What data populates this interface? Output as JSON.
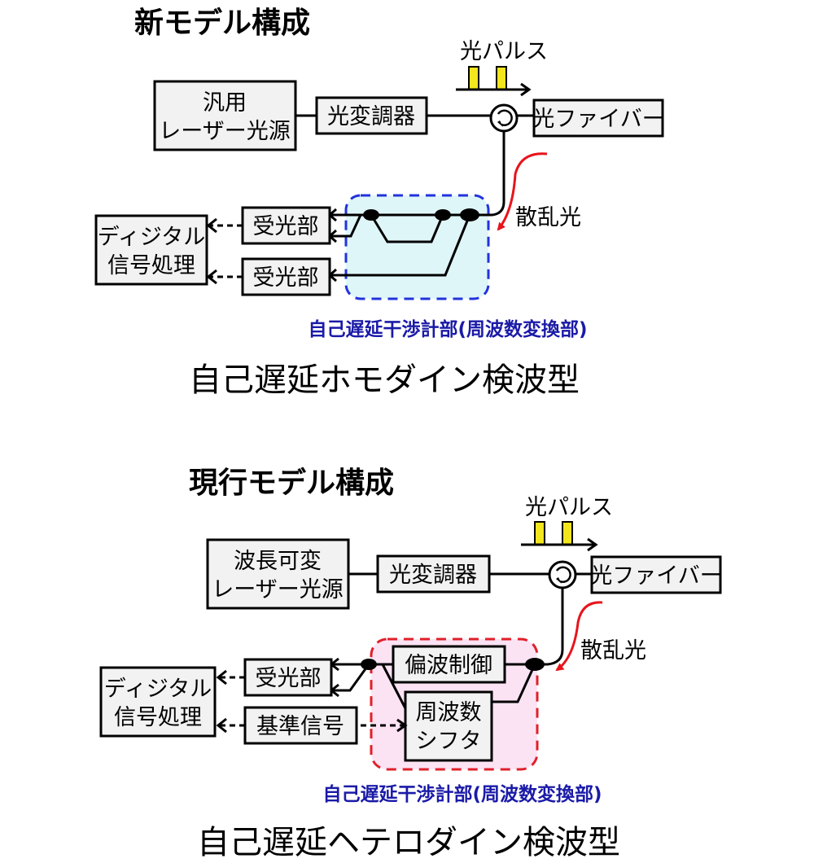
{
  "new_model": {
    "heading": "新モデル構成",
    "pulse_label": "光パルス",
    "source_line1": "汎用",
    "source_line2": "レーザー光源",
    "modulator": "光変調器",
    "fiber": "光ファイバー",
    "scatter": "散乱光",
    "receiver_top": "受光部",
    "receiver_bottom": "受光部",
    "dsp_line1": "ディジタル",
    "dsp_line2": "信号処理",
    "interferometer_label": "自己遅延干渉計部(周波数変換部)",
    "caption": "自己遅延ホモダイン検波型",
    "region_color": "#2233dd",
    "region_fill": "#dff6f9"
  },
  "current_model": {
    "heading": "現行モデル構成",
    "pulse_label": "光パルス",
    "source_line1": "波長可変",
    "source_line2": "レーザー光源",
    "modulator": "光変調器",
    "fiber": "光ファイバー",
    "scatter": "散乱光",
    "receiver": "受光部",
    "reference": "基準信号",
    "polarization": "偏波制御",
    "shifter_line1": "周波数",
    "shifter_line2": "シフタ",
    "dsp_line1": "ディジタル",
    "dsp_line2": "信号処理",
    "interferometer_label": "自己遅延干渉計部(周波数変換部)",
    "caption": "自己遅延ヘテロダイン検波型",
    "region_color": "#e0202a",
    "region_fill": "#fbe3f4"
  },
  "colors": {
    "pulse": "#f2e61e",
    "scatter_arrow": "#e8141c",
    "box_fill": "#f2f2f2"
  }
}
